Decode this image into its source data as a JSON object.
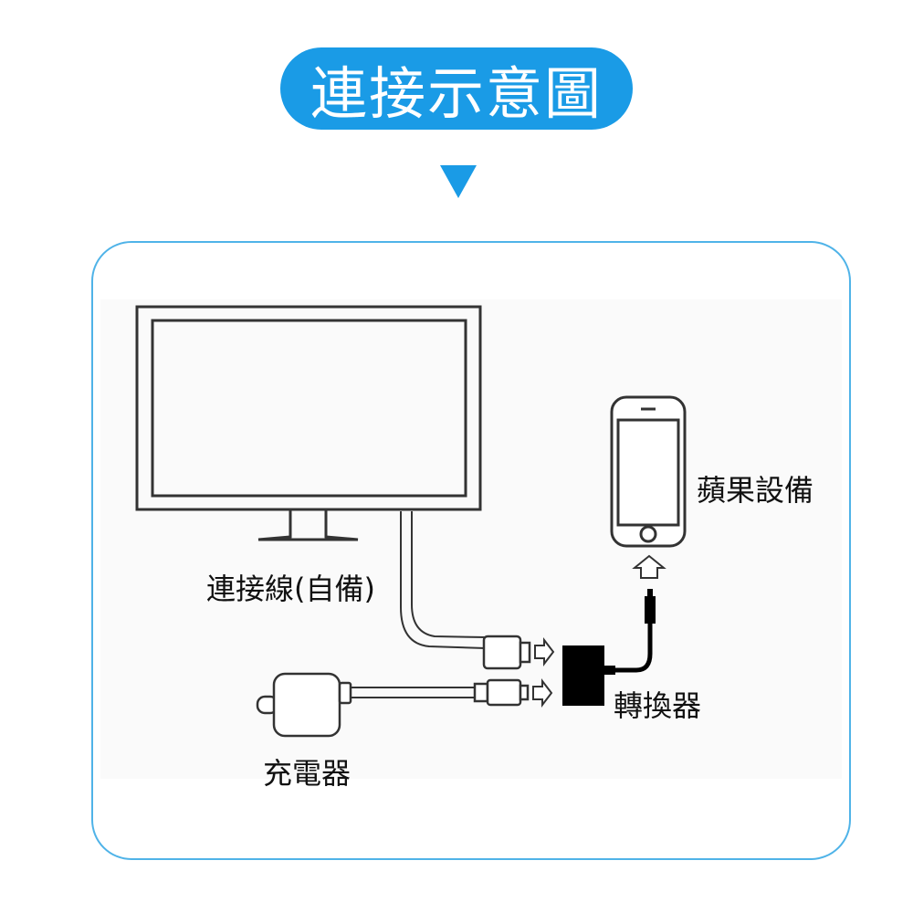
{
  "title": "連接示意圖",
  "labels": {
    "apple_device": "蘋果設備",
    "cable": "連接線(自備)",
    "adapter": "轉換器",
    "charger": "充電器"
  },
  "colors": {
    "accent": "#1a9be6",
    "frame_border": "#4fb3e8",
    "line": "#333333",
    "adapter": "#000000"
  }
}
